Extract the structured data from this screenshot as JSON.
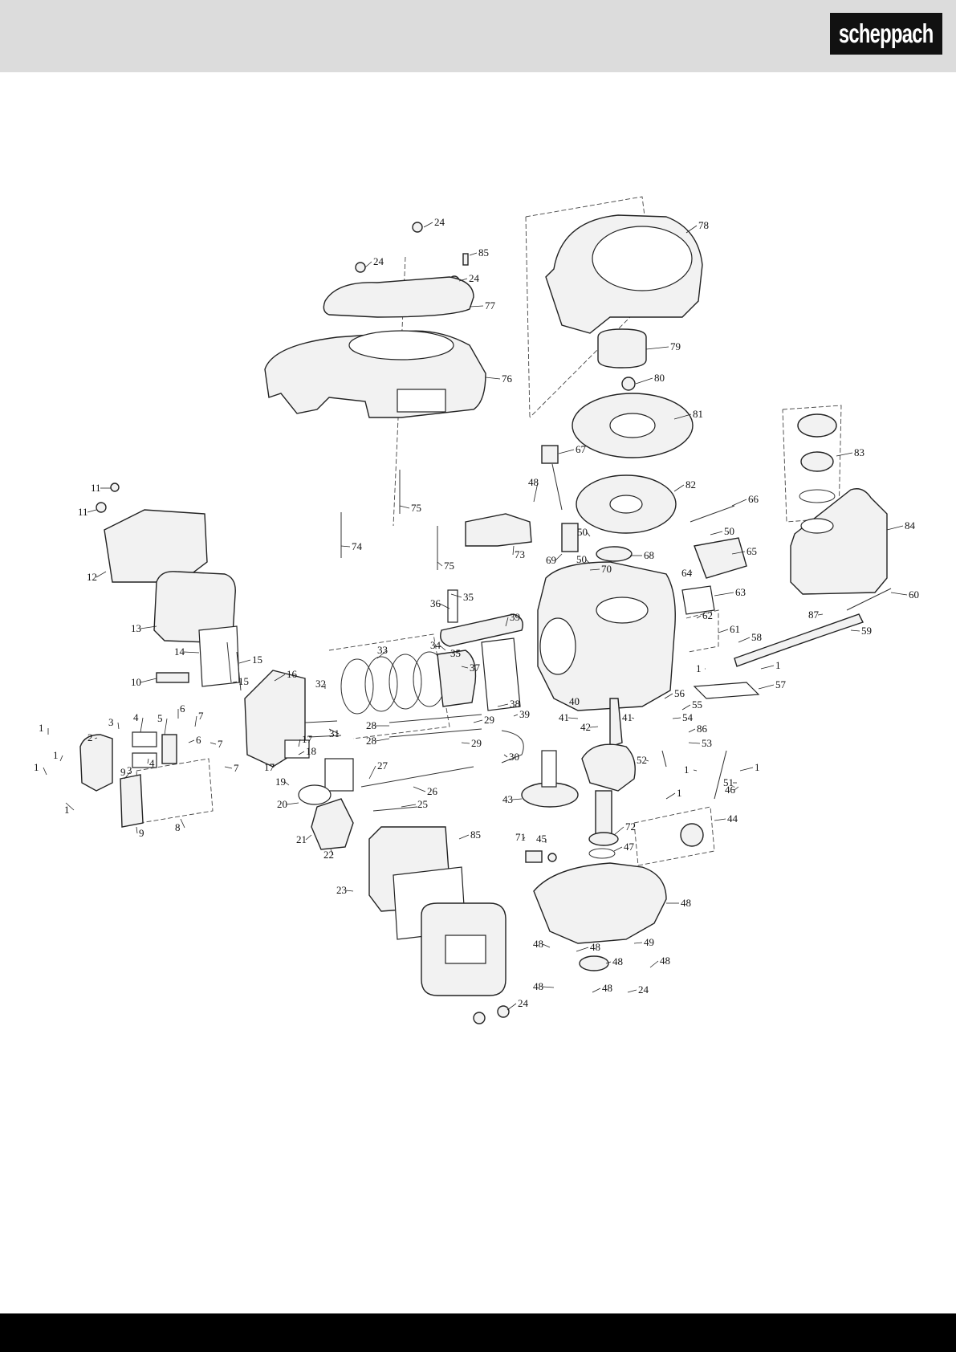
{
  "header": {
    "brand_logo_text": "scheppach"
  },
  "diagram": {
    "labels": [
      "24",
      "85",
      "24",
      "24",
      "77",
      "76",
      "78",
      "79",
      "80",
      "81",
      "67",
      "83",
      "82",
      "66",
      "84",
      "11",
      "11",
      "12",
      "75",
      "74",
      "75",
      "48",
      "73",
      "69",
      "50",
      "50",
      "68",
      "50",
      "65",
      "64",
      "70",
      "63",
      "60",
      "13",
      "14",
      "15",
      "15",
      "10",
      "16",
      "35",
      "36",
      "39",
      "34",
      "35",
      "37",
      "33",
      "32",
      "31",
      "38",
      "39",
      "62",
      "61",
      "58",
      "87",
      "59",
      "1",
      "1",
      "57",
      "40",
      "41",
      "42",
      "41",
      "56",
      "55",
      "54",
      "86",
      "53",
      "2",
      "3",
      "4",
      "5",
      "6",
      "7",
      "7",
      "1",
      "1",
      "3",
      "4",
      "6",
      "7",
      "1",
      "9",
      "9",
      "8",
      "1",
      "17",
      "18",
      "17",
      "19",
      "20",
      "27",
      "26",
      "25",
      "21",
      "22",
      "85",
      "23",
      "28",
      "28",
      "29",
      "29",
      "30",
      "52",
      "43",
      "1",
      "1",
      "51",
      "1",
      "46",
      "44",
      "72",
      "71",
      "45",
      "47",
      "48",
      "48",
      "48",
      "49",
      "48",
      "48",
      "48",
      "48",
      "24",
      "24"
    ]
  }
}
